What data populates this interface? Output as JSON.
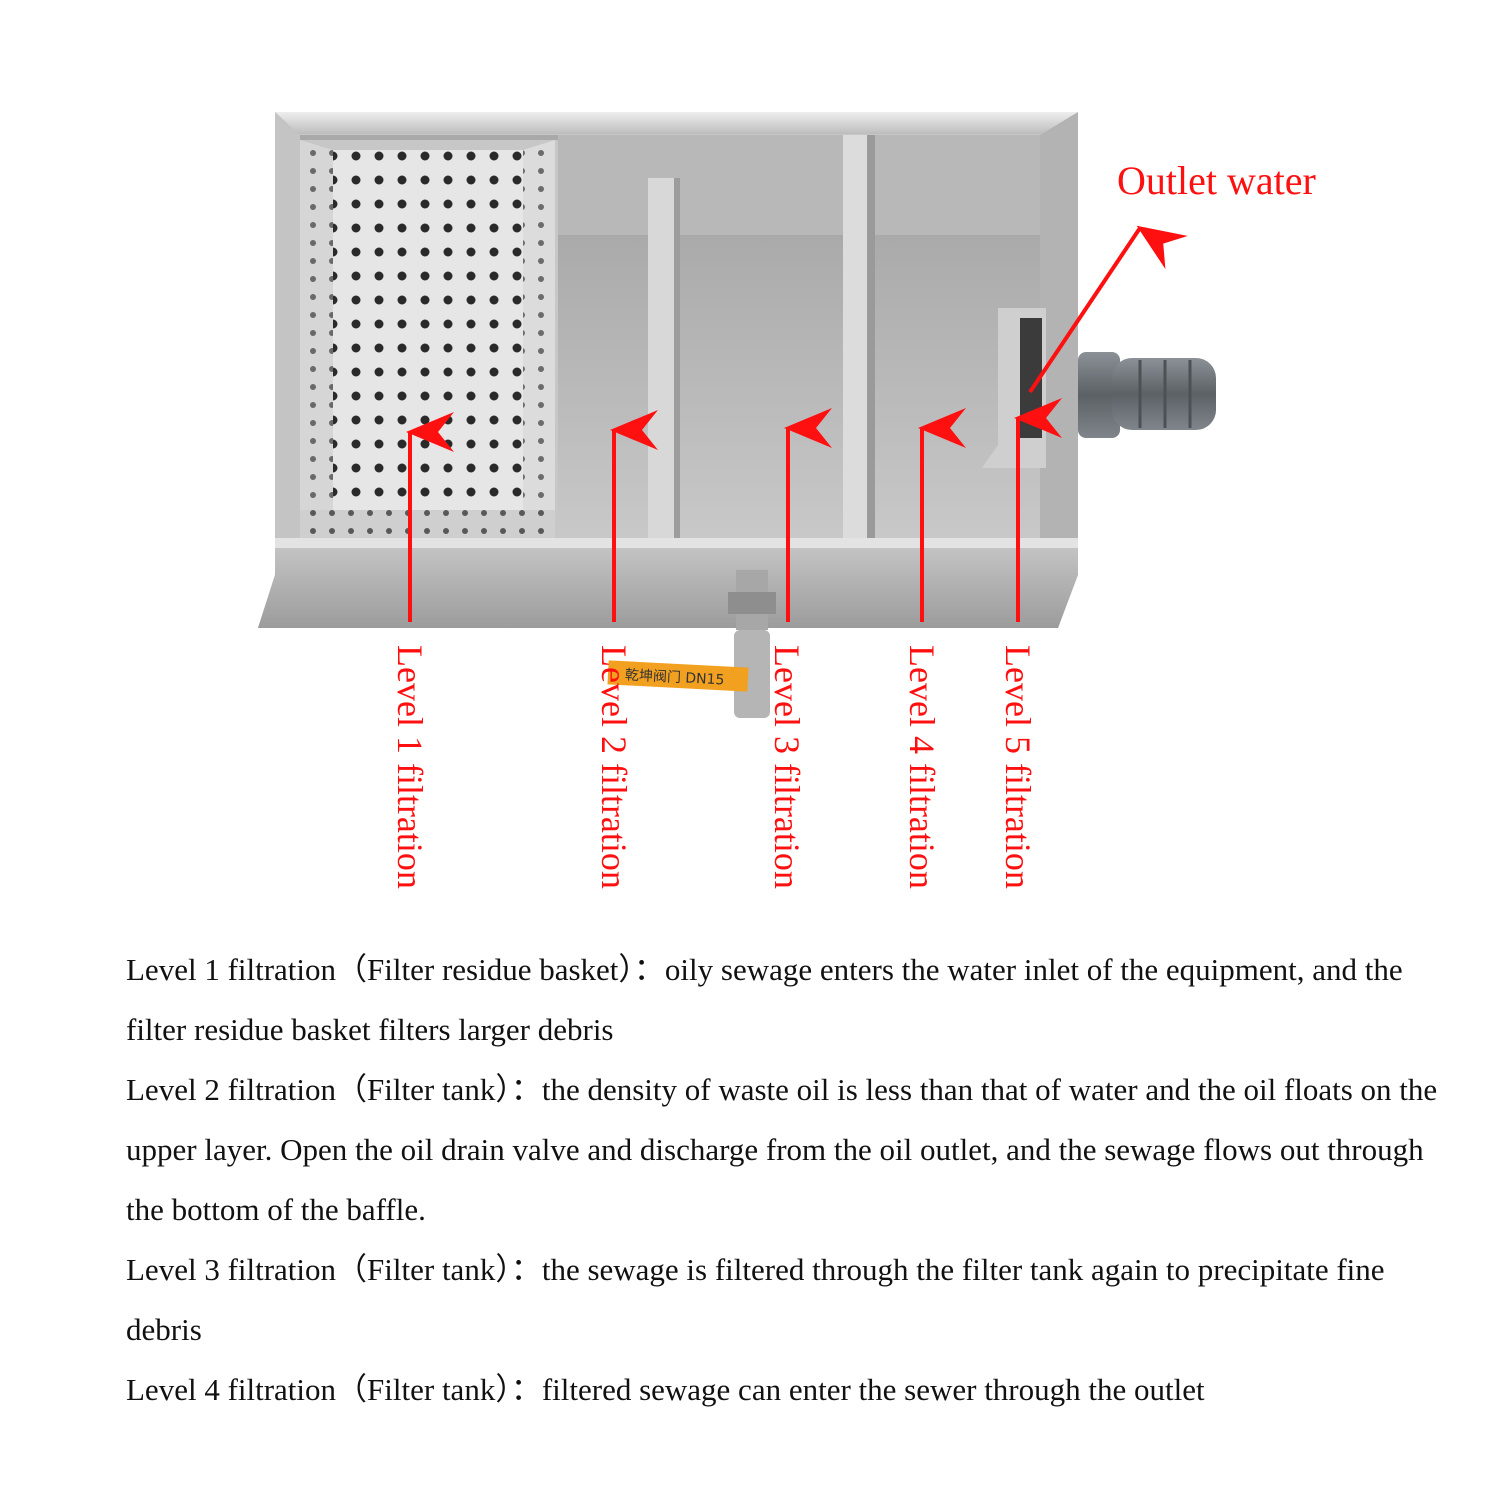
{
  "colors": {
    "annotation": "#ff1010",
    "steel_light": "#d9d9d9",
    "steel_dark": "#8f8f8f",
    "pipe": "#6e7479",
    "valve_handle": "#f2a020"
  },
  "annotations": {
    "outlet": "Outlet water",
    "levels": [
      "Level 1 filtration",
      "Level 2 filtration",
      "Level 3 filtration",
      "Level 4 filtration",
      "Level 5 filtration"
    ],
    "valve_handle_text": "乾坤阀门 DN15"
  },
  "descriptions": [
    {
      "title": "Level 1 filtration（Filter residue basket）",
      "text": "：oily sewage enters the water inlet of the equipment, and the filter residue basket filters larger debris"
    },
    {
      "title": "Level 2 filtration（Filter tank）",
      "text": "：the density of waste oil is less than that of water and the oil floats on the upper layer. Open the oil drain valve and discharge from the oil outlet, and the sewage flows out through the bottom of the baffle."
    },
    {
      "title": "Level 3 filtration（Filter tank）",
      "text": "：the sewage is filtered through the filter tank again to precipitate fine debris"
    },
    {
      "title": "Level 4 filtration（Filter tank）",
      "text": "：filtered sewage can enter the sewer through the outlet"
    }
  ]
}
